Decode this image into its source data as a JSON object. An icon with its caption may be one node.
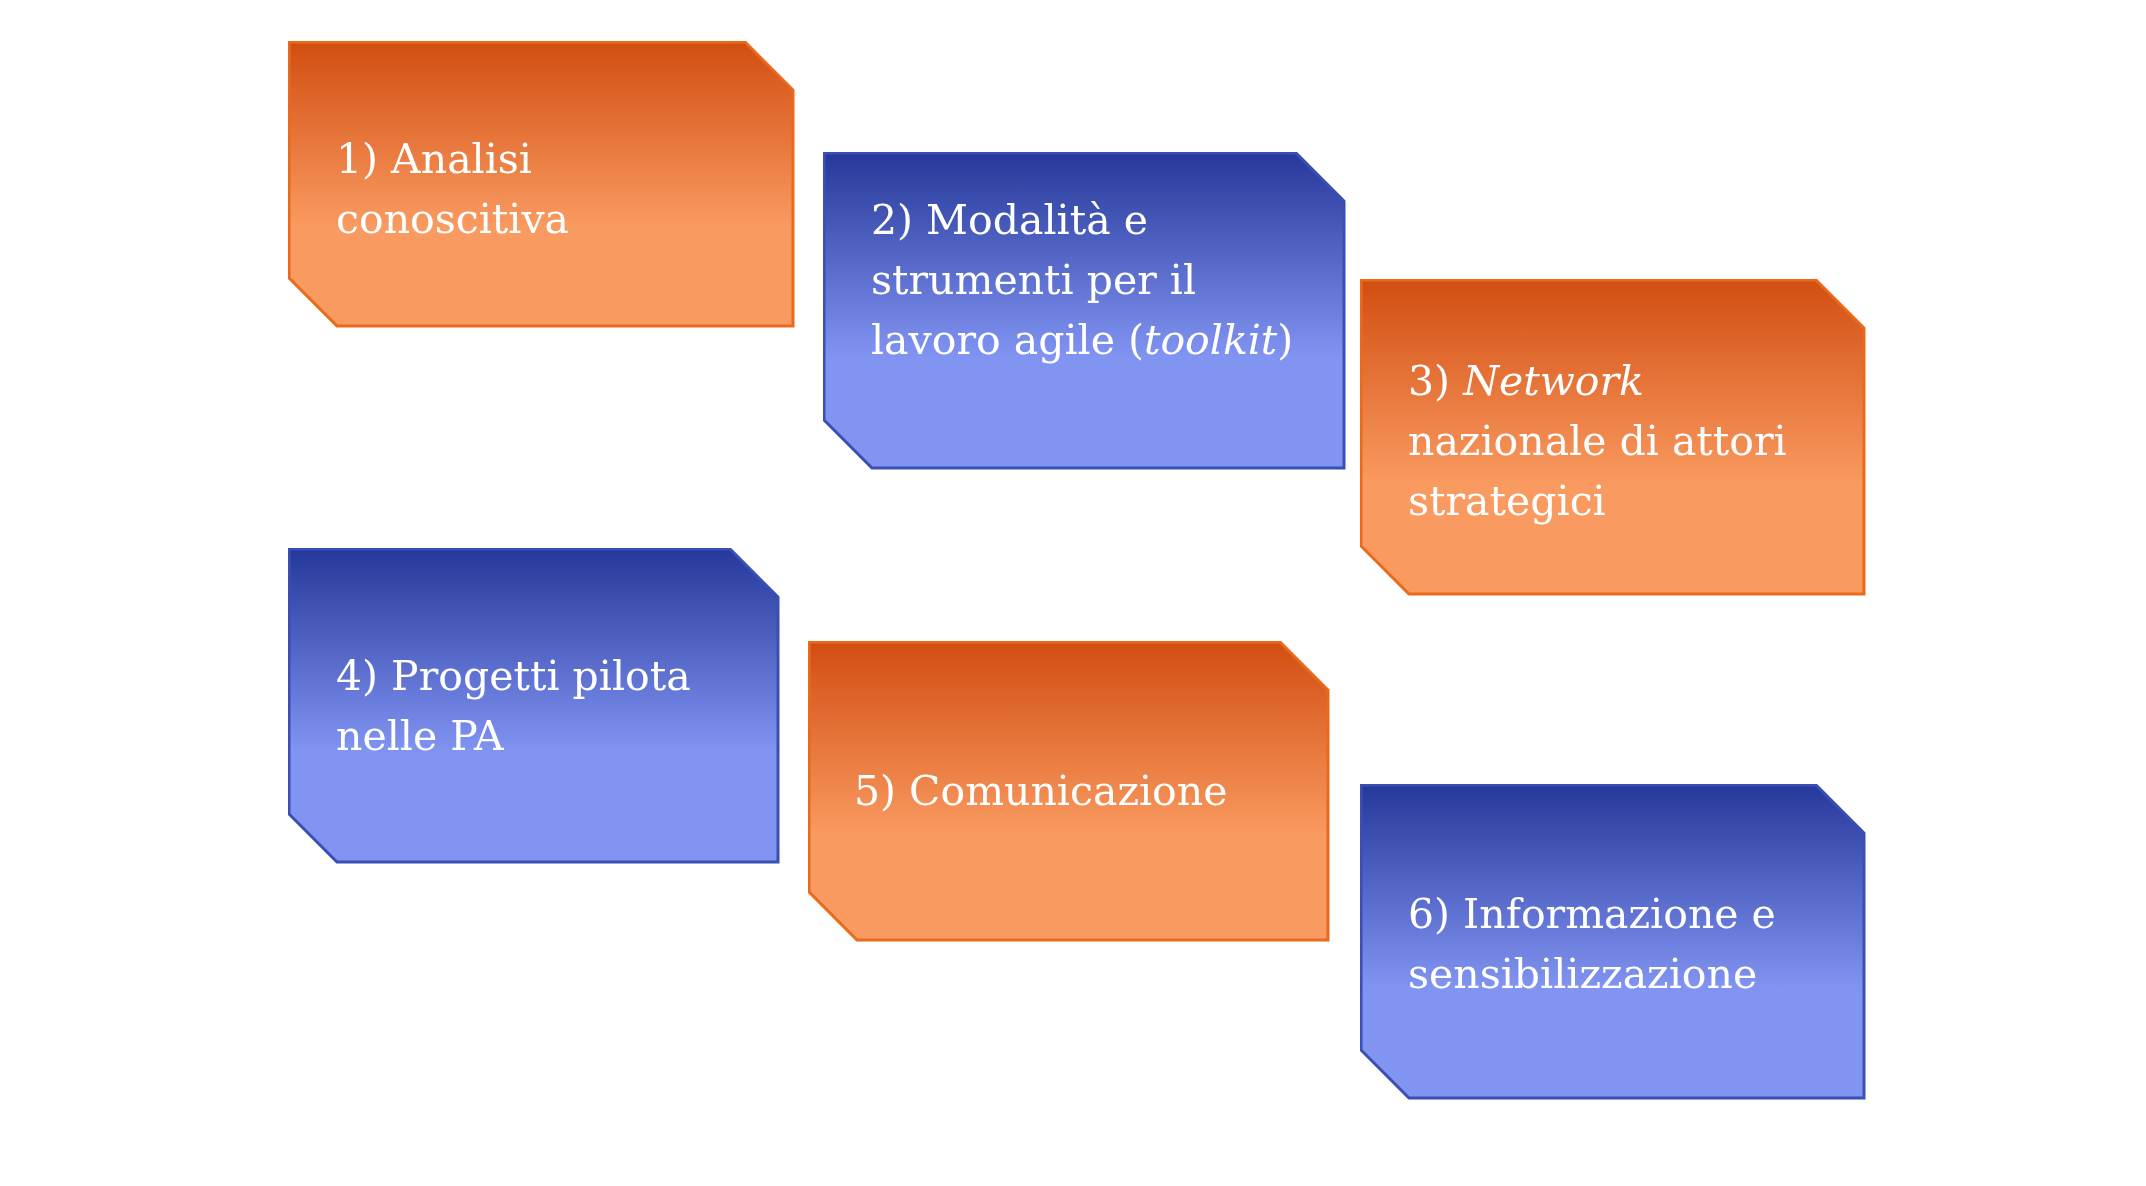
{
  "diagram": {
    "nodes": [
      {
        "text": [
          "1) Analisi conoscitiva"
        ]
      },
      {
        "text": [
          "2) Modalità e strumenti per il lavoro agile (*toolkit*)"
        ]
      },
      {
        "text": [
          "3) *Network* nazionale di attori strategici"
        ]
      },
      {
        "text": [
          "4) Progetti pilota nelle PA"
        ]
      },
      {
        "text": [
          "5) Comunicazione"
        ]
      },
      {
        "text": [
          "6) Informazione e sensibilizzazione"
        ]
      }
    ]
  }
}
